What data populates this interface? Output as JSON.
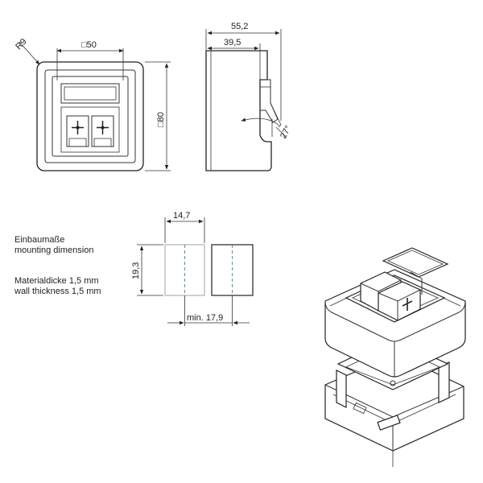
{
  "front_view": {
    "radius_label": "R9",
    "width_label": "□50",
    "height_label": "□80"
  },
  "side_view": {
    "overall_depth_label": "55,2",
    "body_depth_label": "39,5",
    "angle_label": "27°"
  },
  "mounting": {
    "cutout_width_label": "14,7",
    "cutout_height_label": "19,3",
    "min_spacing_label": "min. 17,9",
    "mounting_dimension_de": "Einbaumaße",
    "mounting_dimension_en": "mounting dimension",
    "wall_thickness_de": "Materialdicke 1,5 mm",
    "wall_thickness_en": "wall thickness 1,5 mm"
  },
  "colors": {
    "line": "#222222",
    "centerline": "#2a8a3a",
    "background": "#ffffff"
  }
}
